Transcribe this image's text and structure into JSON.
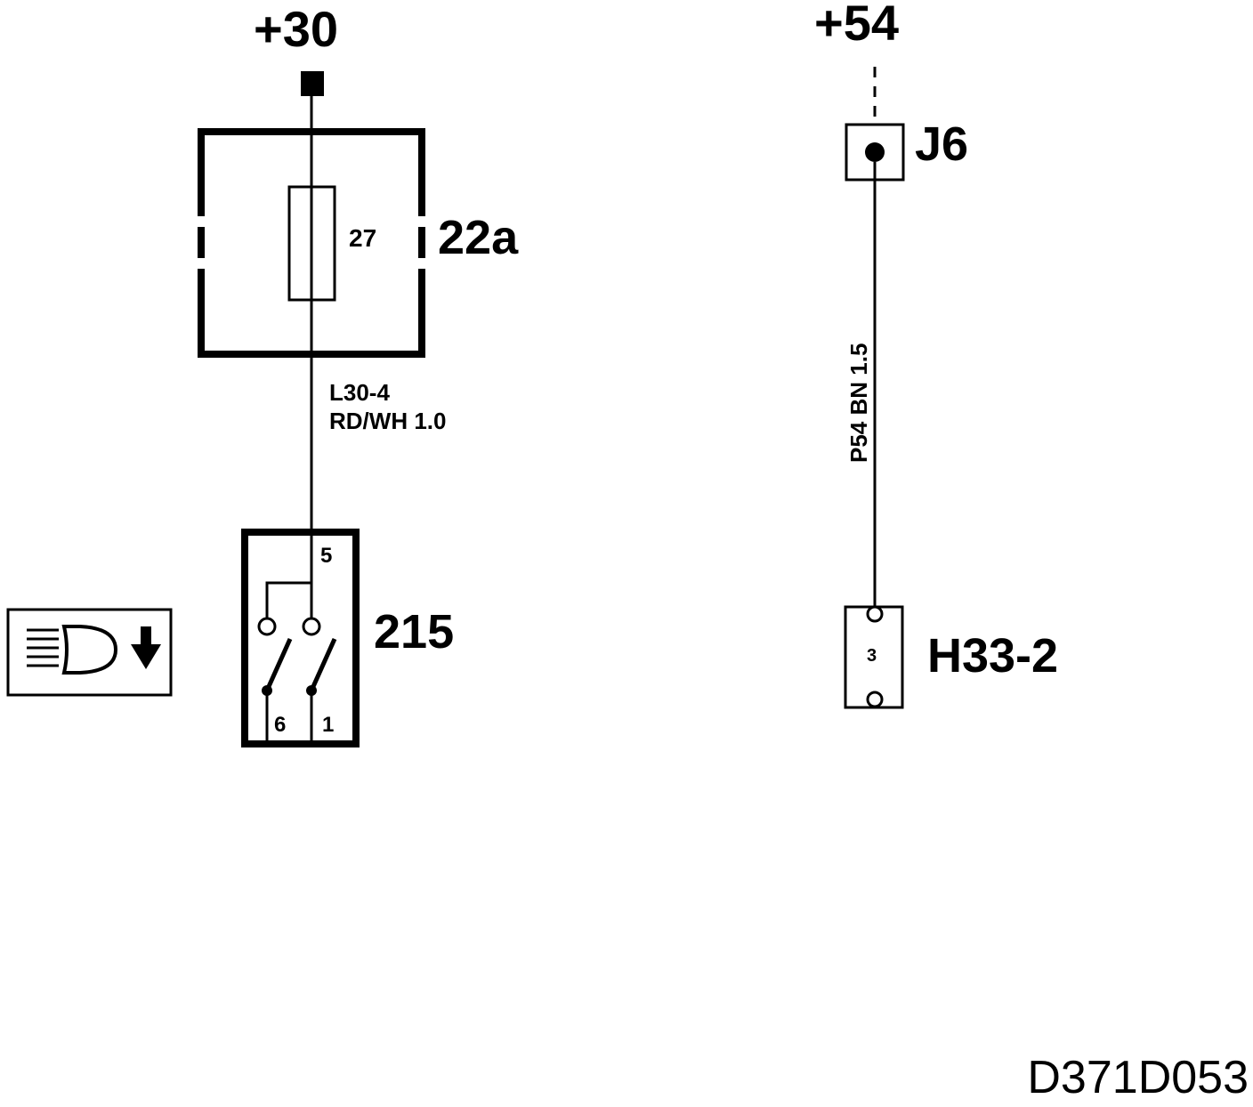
{
  "diagram": {
    "code": "D371D053",
    "left_circuit": {
      "supply": "+30",
      "fuse_box": "22a",
      "fuse_number": "27",
      "wire_code": "L30-4",
      "wire_spec": "RD/WH 1.0",
      "switch": "215",
      "pins": {
        "top": "5",
        "left": "6",
        "right": "1"
      },
      "function_icon": "headlight-low-beam-icon"
    },
    "right_circuit": {
      "supply": "+54",
      "junction": "J6",
      "wire_label": "P54 BN 1.5",
      "connector": "H33-2",
      "connector_pin": "3"
    }
  }
}
